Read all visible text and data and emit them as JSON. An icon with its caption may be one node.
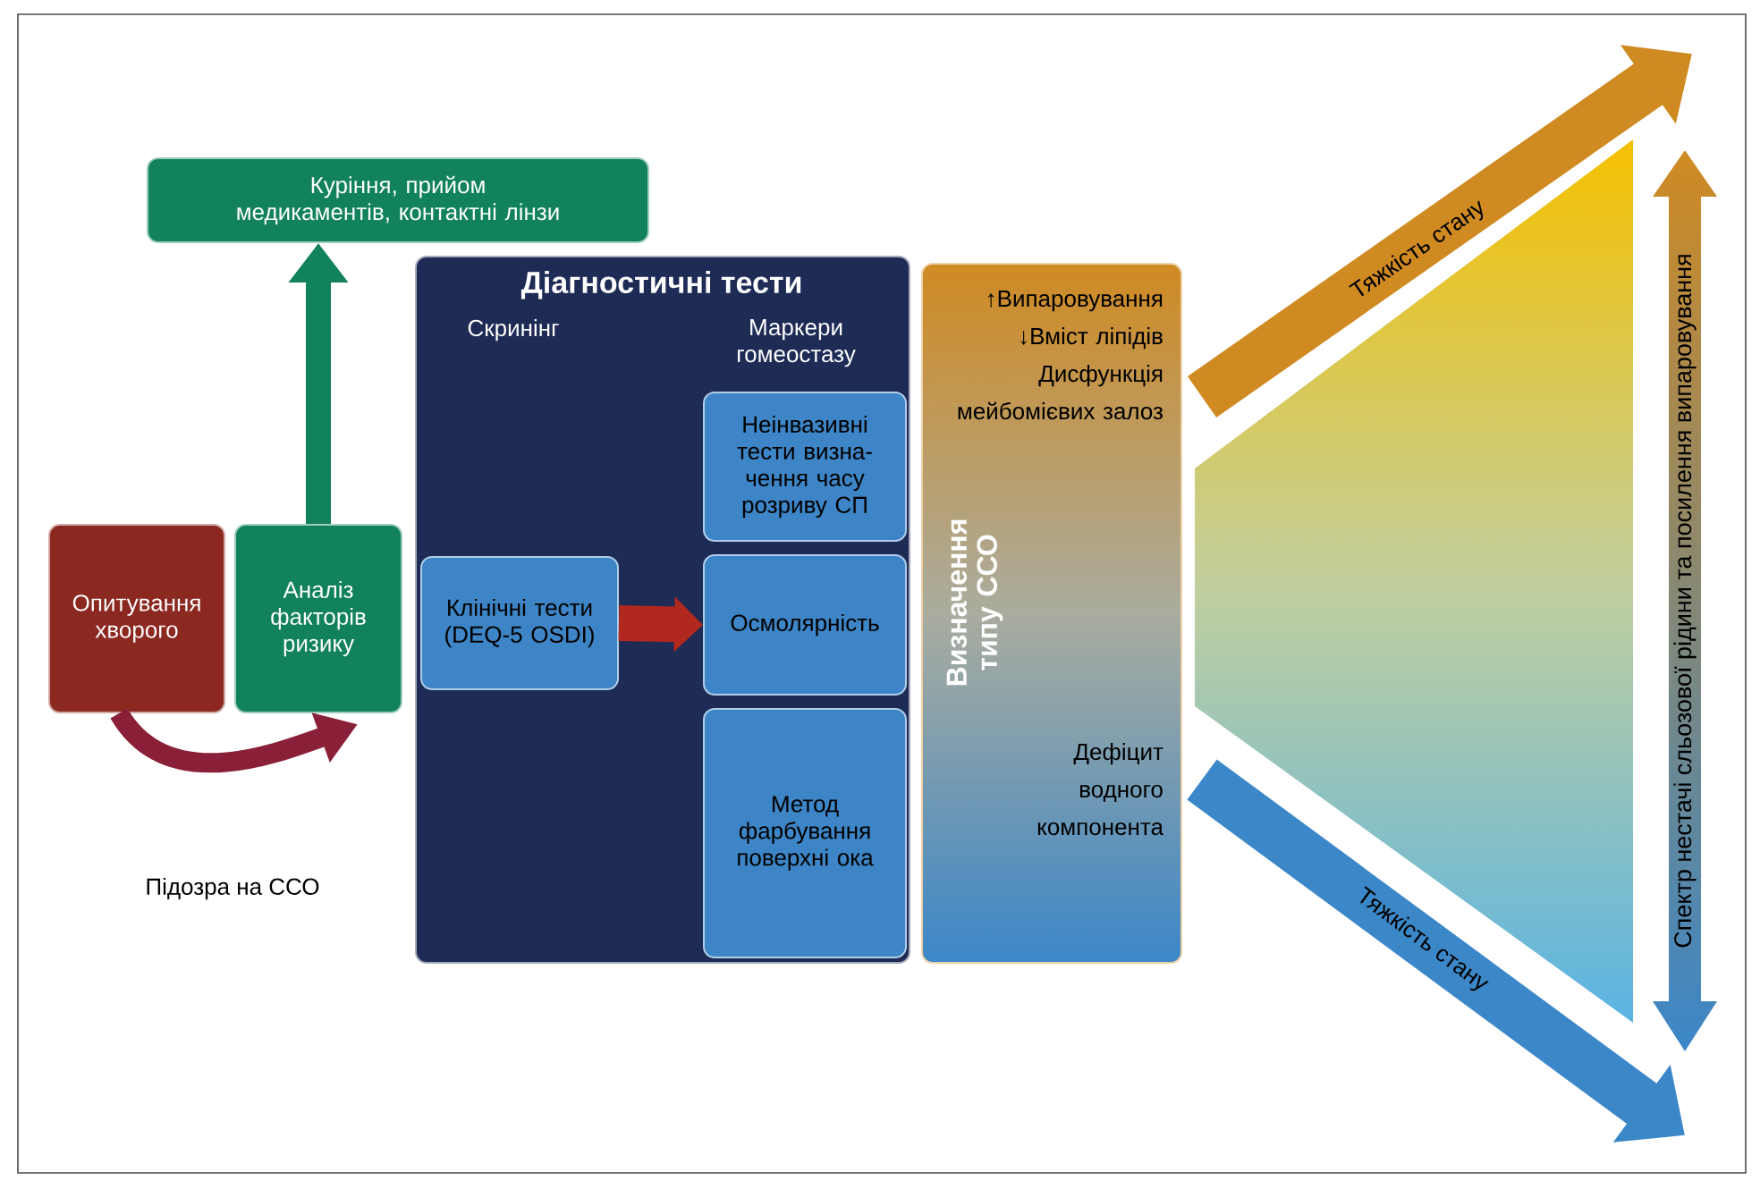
{
  "diagram": {
    "nodes": [
      {
        "text": [
          "Куріння, прийом медикаментів, контактні лінзи"
        ]
      },
      {
        "text": [
          "Опитування хворого"
        ]
      },
      {
        "text": [
          "Аналіз факторів ризику"
        ]
      },
      {
        "text": [
          "Діагностичні тести",
          "Скринінг",
          "Маркери гомеостазу"
        ]
      },
      {
        "text": [
          "Клінічні тести (DEQ-5 OSDI)"
        ],
        "in": 3
      },
      {
        "text": [
          "Неінвазивні тести визна- чення часу розриву СП"
        ],
        "in": 3
      },
      {
        "text": [
          "Осмолярність"
        ],
        "in": 3
      },
      {
        "text": [
          "Метод фарбування поверхні ока"
        ],
        "in": 3
      },
      {
        "text": [
          "Визначення типу ССО",
          "↑Випаровування ↓Вміст ліпідів Дисфункція мейбомієвих залоз",
          "Дефіцит водного компонента"
        ]
      }
    ],
    "edges": [
      {
        "from": 2,
        "to": 0,
        "arrow": "to",
        "color": "#11825a"
      },
      {
        "from": 1,
        "to": 2,
        "arrow": "to",
        "label": "Підозра на ССО",
        "color": "#8a2038"
      },
      {
        "from": 4,
        "to": 6,
        "arrow": "to",
        "color": "#b0281e"
      }
    ],
    "labels": [
      "Тяжкість стану",
      "Спектр нестачі сльозової рідини та посилення випаровування",
      "Тяжкість стану"
    ]
  }
}
